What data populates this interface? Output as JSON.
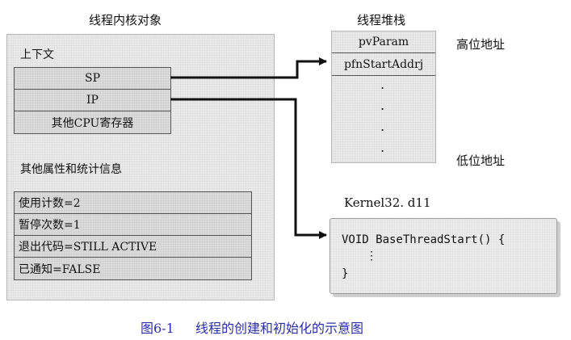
{
  "kernel_object": {
    "heading": "线程内核对象",
    "context_label": "上下文",
    "registers": [
      "SP",
      "IP",
      "其他CPU寄存器"
    ],
    "other_label": "其他属性和统计信息",
    "stats": [
      "使用计数=2",
      "暂停次数=1",
      "退出代码=STILL ACTIVE",
      "已通知=FALSE"
    ]
  },
  "thread_stack": {
    "heading": "线程堆栈",
    "cells": [
      "pvParam",
      "pfnStartAddrj"
    ],
    "dots": [
      ".",
      ".",
      ".",
      "."
    ],
    "high_label": "高位地址",
    "low_label": "低位地址"
  },
  "kernel_dll": {
    "label": "Kernel32. d11",
    "code_line1": "VOID BaseThreadStart() {",
    "code_line2": "⋮",
    "code_line3": "}"
  },
  "caption": {
    "number": "图6-1",
    "text": "线程的创建和初始化的示意图"
  },
  "colors": {
    "caption": "#2b2fa8",
    "cell_fill": "#dcdcdc",
    "panel_fill": "#eaeaea"
  }
}
